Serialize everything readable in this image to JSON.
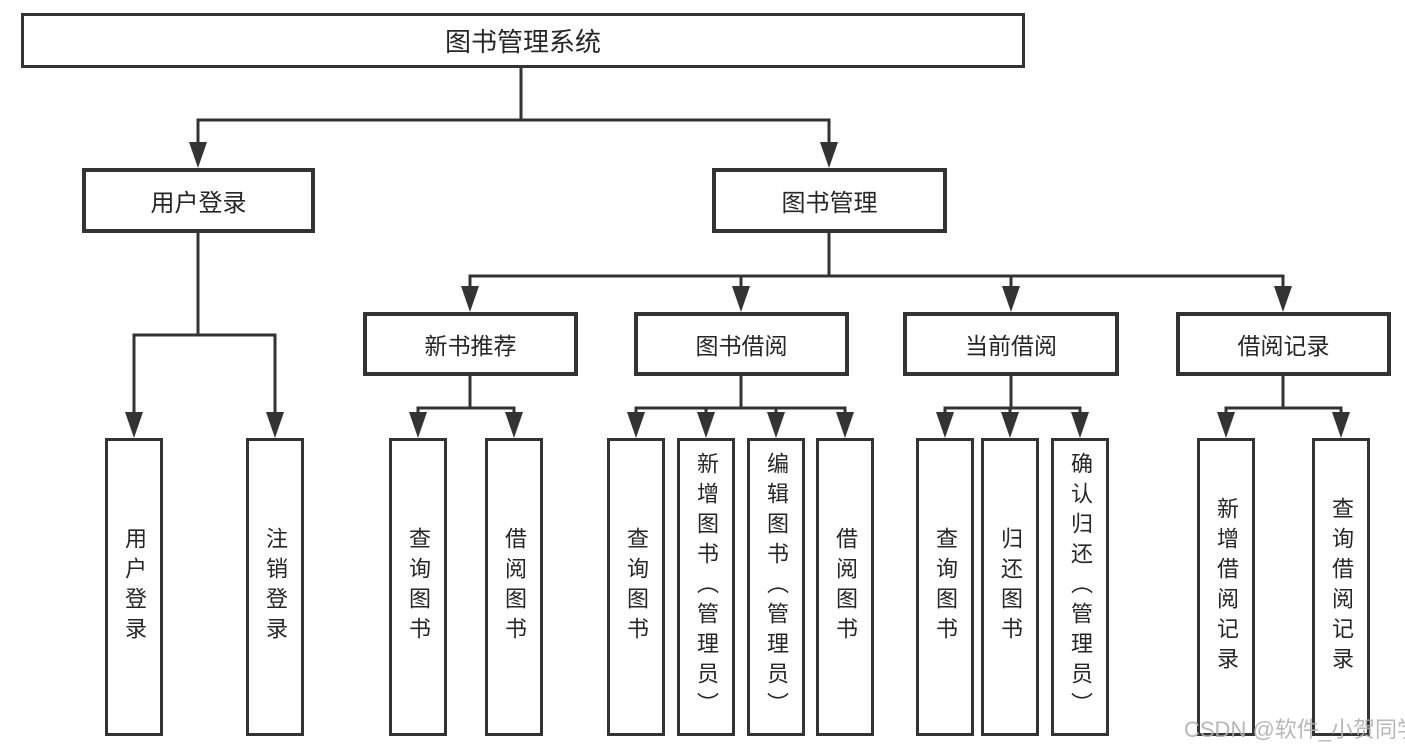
{
  "diagram": {
    "type": "tree",
    "title": "图书管理系统",
    "hierarchy": {
      "图书管理系统": {
        "用户登录": [
          "用户登录",
          "注销登录"
        ],
        "图书管理": {
          "新书推荐": [
            "查询图书",
            "借阅图书"
          ],
          "图书借阅": [
            "查询图书",
            "新增图书（管理员）",
            "编辑图书（管理员）",
            "借阅图书"
          ],
          "当前借阅": [
            "查询图书",
            "归还图书",
            "确认归还（管理员）"
          ],
          "借阅记录": [
            "新增借阅记录",
            "查询借阅记录"
          ]
        }
      }
    }
  },
  "nodes": {
    "root": "图书管理系统",
    "user_login": "用户登录",
    "book_mgmt": "图书管理",
    "new_rec": "新书推荐",
    "book_borrow": "图书借阅",
    "cur_borrow": "当前借阅",
    "borrow_rec": "借阅记录",
    "u_login": "用户登录",
    "u_logout": "注销登录",
    "r_query": "查询图书",
    "r_borrow": "借阅图书",
    "b_query": "查询图书",
    "b_add": "新增图书（管理员）",
    "b_edit": "编辑图书（管理员）",
    "b_borrow": "借阅图书",
    "c_query": "查询图书",
    "c_return": "归还图书",
    "c_confirm": "确认归还（管理员）",
    "br_add": "新增借阅记录",
    "br_query": "查询借阅记录"
  },
  "watermark": {
    "text": "CSDN @软件_小贺同学",
    "color": "#b0b0b0"
  },
  "colors": {
    "line": "#333333",
    "text": "#262626",
    "box_fill": "#ffffff",
    "background": "#ffffff"
  }
}
